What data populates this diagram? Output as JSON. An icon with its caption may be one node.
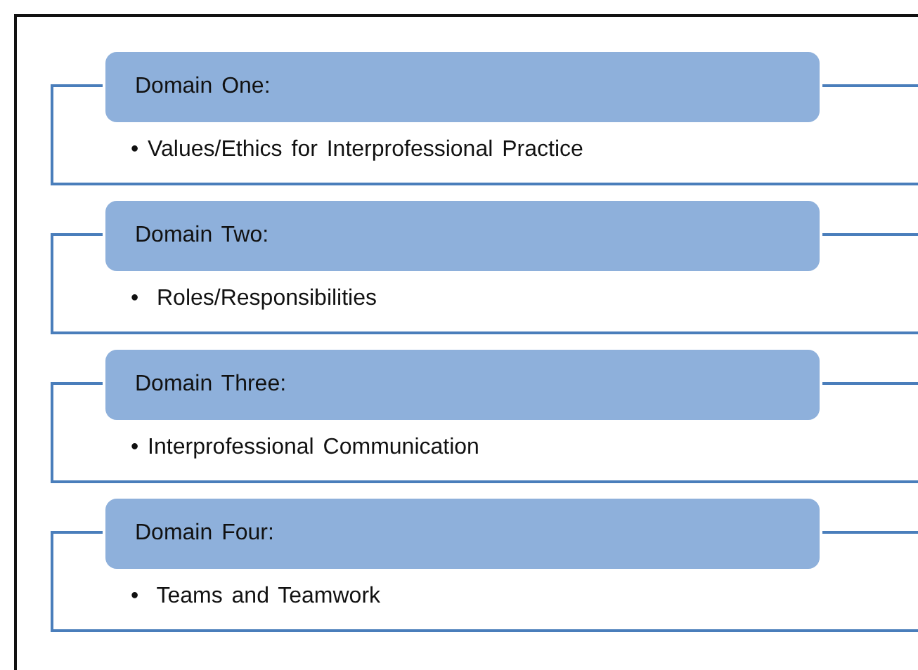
{
  "diagram": {
    "nodes": [
      {
        "text": [
          "Domain One:"
        ]
      },
      {
        "text": [
          "• Values/Ethics for Interprofessional Practice"
        ]
      },
      {
        "text": [
          "Domain Two:"
        ]
      },
      {
        "text": [
          "•  Roles/Responsibilities"
        ]
      },
      {
        "text": [
          "Domain Three:"
        ]
      },
      {
        "text": [
          "• Interprofessional Communication"
        ]
      },
      {
        "text": [
          "Domain Four:"
        ]
      },
      {
        "text": [
          "•  Teams and Teamwork"
        ]
      }
    ]
  }
}
